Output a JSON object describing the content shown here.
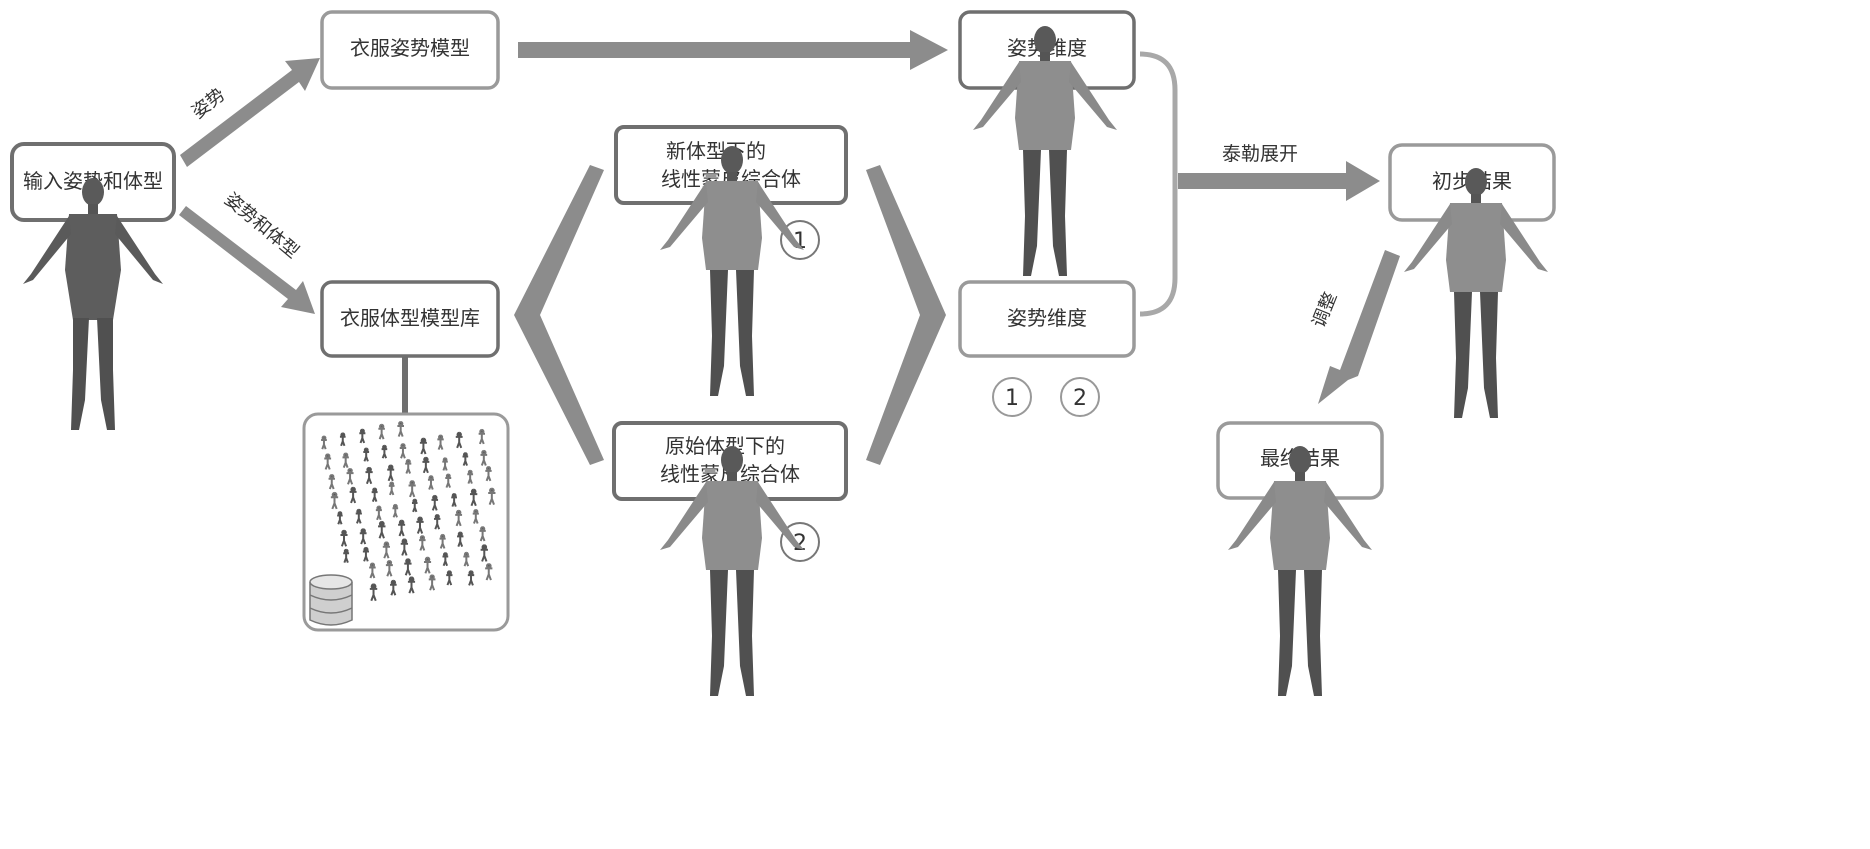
{
  "colors": {
    "box_border": "#6f6f6f",
    "box_border_light": "#9a9a9a",
    "arrow": "#8c8c8c",
    "text": "#333333",
    "figure_body": "#5a5a5a",
    "figure_shirt": "#8d8d8d"
  },
  "nodes": {
    "input": "输入姿势和体型",
    "pose_model": "衣服姿势模型",
    "shape_lib": "衣服体型模型库",
    "new_shape_line1": "新体型下的",
    "new_shape_line2": "线性蒙皮综合体",
    "orig_shape_line1": "原始体型下的",
    "orig_shape_line2": "线性蒙皮综合体",
    "pose_dim_top": "姿势维度",
    "pose_dim_bottom": "姿势维度",
    "prelim": "初步结果",
    "final": "最终结果"
  },
  "edge_labels": {
    "pose": "姿势",
    "pose_and_shape": "姿势和体型",
    "taylor": "泰勒展开",
    "adjust": "调整"
  },
  "markers": {
    "one": "1",
    "two": "2"
  },
  "icons": {
    "human": "human-figure-icon",
    "clothed": "clothed-human-figure-icon",
    "database": "database-icon",
    "crowd": "figure-crowd-image"
  }
}
